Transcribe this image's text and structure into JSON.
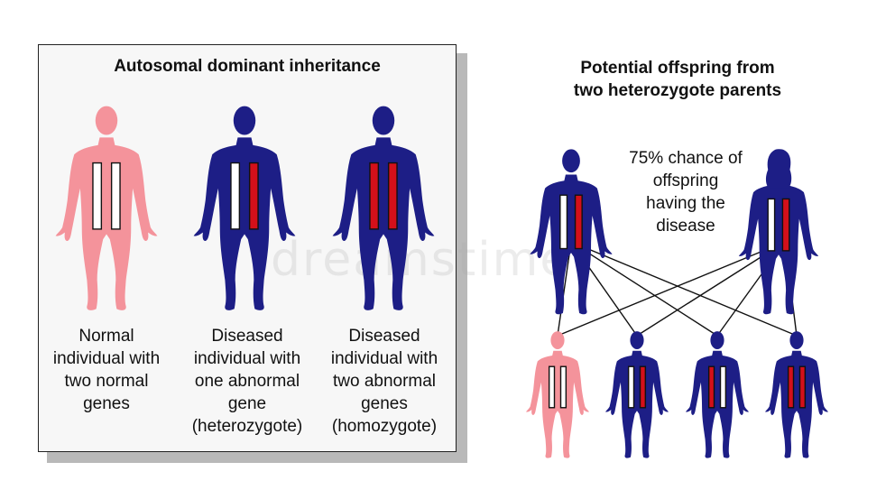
{
  "left_panel": {
    "title": "Autosomal dominant inheritance",
    "figures": [
      {
        "body_color": "#f4939b",
        "genes": [
          "normal",
          "normal"
        ],
        "caption": [
          "Normal",
          "individual with",
          "two normal",
          "genes"
        ]
      },
      {
        "body_color": "#1d1e86",
        "genes": [
          "normal",
          "abnormal"
        ],
        "caption": [
          "Diseased",
          "individual with",
          "one abnormal",
          "gene",
          "(heterozygote)"
        ]
      },
      {
        "body_color": "#1d1e86",
        "genes": [
          "abnormal",
          "abnormal"
        ],
        "caption": [
          "Diseased",
          "individual with",
          "two abnormal",
          "genes",
          "(homozygote)"
        ]
      }
    ]
  },
  "right_panel": {
    "title": [
      "Potential offspring from",
      "two heterozygote parents"
    ],
    "annotation": [
      "75% chance of",
      "offspring",
      "having the",
      "disease"
    ],
    "parents": [
      {
        "sex": "male",
        "body_color": "#1d1e86",
        "genes": [
          "normal",
          "abnormal"
        ]
      },
      {
        "sex": "female",
        "body_color": "#1d1e86",
        "genes": [
          "normal",
          "abnormal"
        ]
      }
    ],
    "offspring": [
      {
        "body_color": "#f4939b",
        "genes": [
          "normal",
          "normal"
        ]
      },
      {
        "body_color": "#1d1e86",
        "genes": [
          "normal",
          "abnormal"
        ]
      },
      {
        "body_color": "#1d1e86",
        "genes": [
          "abnormal",
          "normal"
        ]
      },
      {
        "body_color": "#1d1e86",
        "genes": [
          "abnormal",
          "abnormal"
        ]
      }
    ]
  },
  "colors": {
    "normal_gene": "#ffffff",
    "abnormal_gene": "#d4101a",
    "affected": "#1d1e86",
    "unaffected": "#f4939b"
  },
  "watermark": "dreamstime"
}
